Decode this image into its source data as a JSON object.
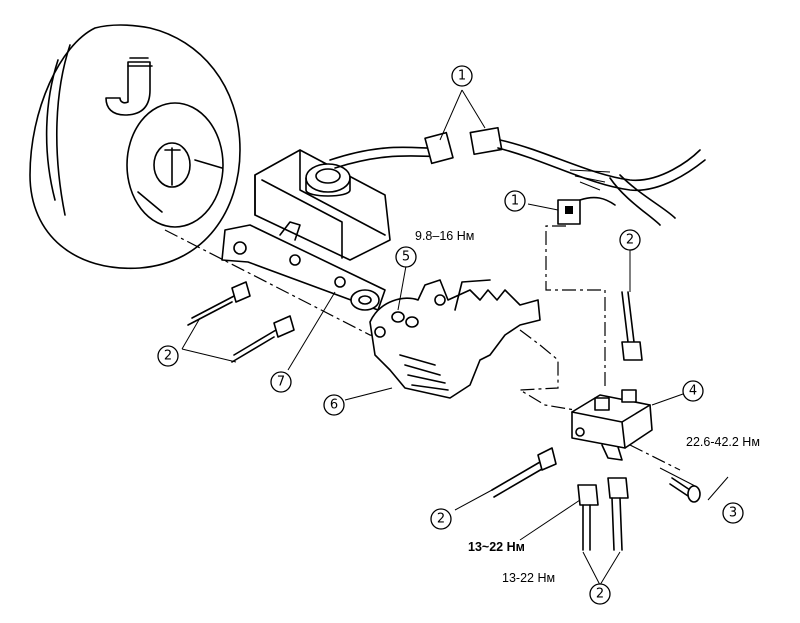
{
  "callouts": {
    "upper_connector": "1",
    "lower_connector": "1",
    "tube_right": "2",
    "tube_left": "2",
    "tube_front": "2",
    "tube_bottom": "2",
    "bolt": "3",
    "valve": "4",
    "washer": "5",
    "bracket": "6",
    "master_cylinder": "7"
  },
  "torque": {
    "washer": "9.8–16 Нм",
    "bolt": "22.6-42.2 Нм",
    "tube_a": "13~22 Нм",
    "tube_b": "13-22 Нм"
  }
}
